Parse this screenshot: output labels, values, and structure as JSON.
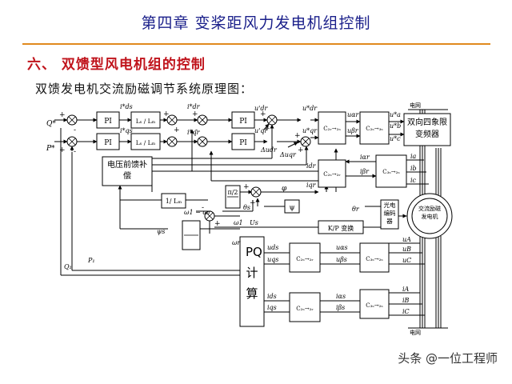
{
  "title": "第四章  变桨距风力发电机组控制",
  "section_heading": "六、 双馈型风电机组的控制",
  "subtitle": "双馈发电机交流励磁调节系统原理图：",
  "watermark": "头条 @一位工程师",
  "blocks": {
    "pi": "PI",
    "ls_lm": "Lₛ / Lₘ",
    "voltage_ff": "电压前馈补偿",
    "one_over_lm": "1/ Lₘ",
    "pi_over_2": "π/2",
    "psi": "ψ",
    "kp": "K/P 变换",
    "encoder": "光电编码器",
    "converter": "双向四象限变频器",
    "generator": "交流励磁发电机",
    "pq_calc": "PQ计算",
    "c2r2s": "C₂ᵣ→₂ₛ",
    "c2s3s": "C₂ₛ→₃ₛ",
    "c2s2r": "C₂ₛ→₂ᵣ",
    "c3s2s": "C₃ₛ→₂ₛ"
  },
  "signals": {
    "q_ref": "Q*",
    "p_ref": "P*",
    "q1": "Q₁",
    "p1": "P₁",
    "ids_ref": "i*ds",
    "iqs_ref": "i*qs",
    "idr_ref": "i*dr",
    "iqr_ref": "i*qr",
    "udr1": "u'dr",
    "uqr1": "u'qr",
    "udr_ref": "u*dr",
    "uqr_ref": "u*qr",
    "uar": "uαr",
    "ubr": "uβr",
    "ua": "u*a",
    "ub": "u*b",
    "uc": "u*c",
    "idr": "idr",
    "iqr": "iqr",
    "iar": "iαr",
    "ibr": "iβr",
    "ia": "ia",
    "ib": "ib",
    "ic": "ic",
    "delta_udr": "Δudr",
    "delta_uqr": "Δuqr",
    "phi": "φ",
    "theta_s": "θs",
    "theta_r": "θr",
    "omega_slip": "ω1 − ωr",
    "omega1": "ω1",
    "omegar": "ωr",
    "psi_s": "ψs",
    "us": "Us",
    "uds": "uds",
    "uqs": "uqs",
    "uas": "uαs",
    "ubs": "uβs",
    "ids": "ids",
    "iqs": "iqs",
    "ias": "iαs",
    "ibs": "iβs",
    "uA": "uA",
    "uB": "uB",
    "uC": "uC",
    "iA": "iA",
    "iB": "iB",
    "iC": "iC",
    "grid_top": "电网",
    "grid_bottom": "电网"
  },
  "colors": {
    "title": "#1a1f8a",
    "heading": "#c0141c",
    "rule": "#e08a1e",
    "lines": "#000000"
  }
}
